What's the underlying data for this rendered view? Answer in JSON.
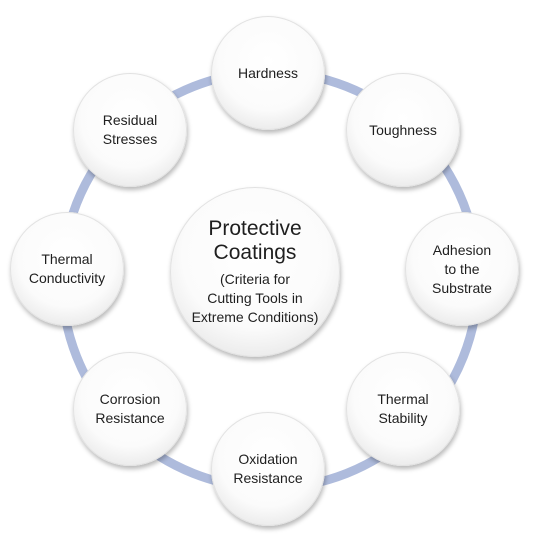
{
  "center": {
    "title": "Protective\nCoatings",
    "subtitle": "(Criteria for\nCutting Tools in\nExtreme Conditions)"
  },
  "nodes": [
    {
      "label": "Hardness"
    },
    {
      "label": "Toughness"
    },
    {
      "label": "Adhesion\nto the\nSubstrate"
    },
    {
      "label": "Thermal\nStability"
    },
    {
      "label": "Oxidation\nResistance"
    },
    {
      "label": "Corrosion\nResistance"
    },
    {
      "label": "Thermal\nConductivity"
    },
    {
      "label": "Residual\nStresses"
    }
  ],
  "colors": {
    "ring": "#aebbdc"
  }
}
